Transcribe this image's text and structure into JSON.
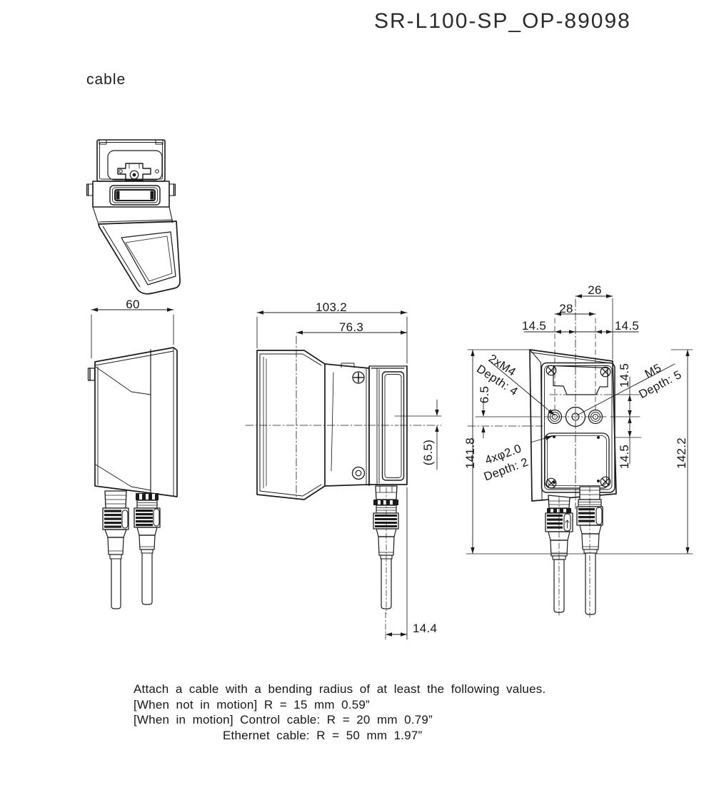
{
  "title": "SR-L100-SP_OP-89098",
  "section_label": "cable",
  "colors": {
    "line": "#1b1b1b",
    "background": "#ffffff"
  },
  "dimensions": {
    "side_width": "60",
    "front_total_width": "103.2",
    "front_body_width": "76.3",
    "front_axis_offset": "(6.5)",
    "front_cable_offset": "14.4",
    "rear_top_26": "26",
    "rear_top_28": "28",
    "rear_top_left_145": "14.5",
    "rear_top_right_145": "14.5",
    "rear_height_left": "141.8",
    "rear_height_right": "142.2",
    "rear_axis_offset": "6.5",
    "rear_side_upper_145": "14.5",
    "rear_side_lower_145": "14.5",
    "label_m4": "2xM4",
    "label_m4_depth": "Depth: 4",
    "label_m5": "M5",
    "label_m5_depth": "Depth: 5",
    "label_holes": "4xφ2.0",
    "label_holes_depth": "Depth: 2"
  },
  "notes": {
    "line1": "Attach a cable with a bending radius of at least the following values.",
    "line2": "[When not in motion] R = 15 mm 0.59”",
    "line3": "[When in motion] Control cable: R = 20 mm 0.79”",
    "line4": "Ethernet cable: R = 50 mm 1.97”"
  }
}
